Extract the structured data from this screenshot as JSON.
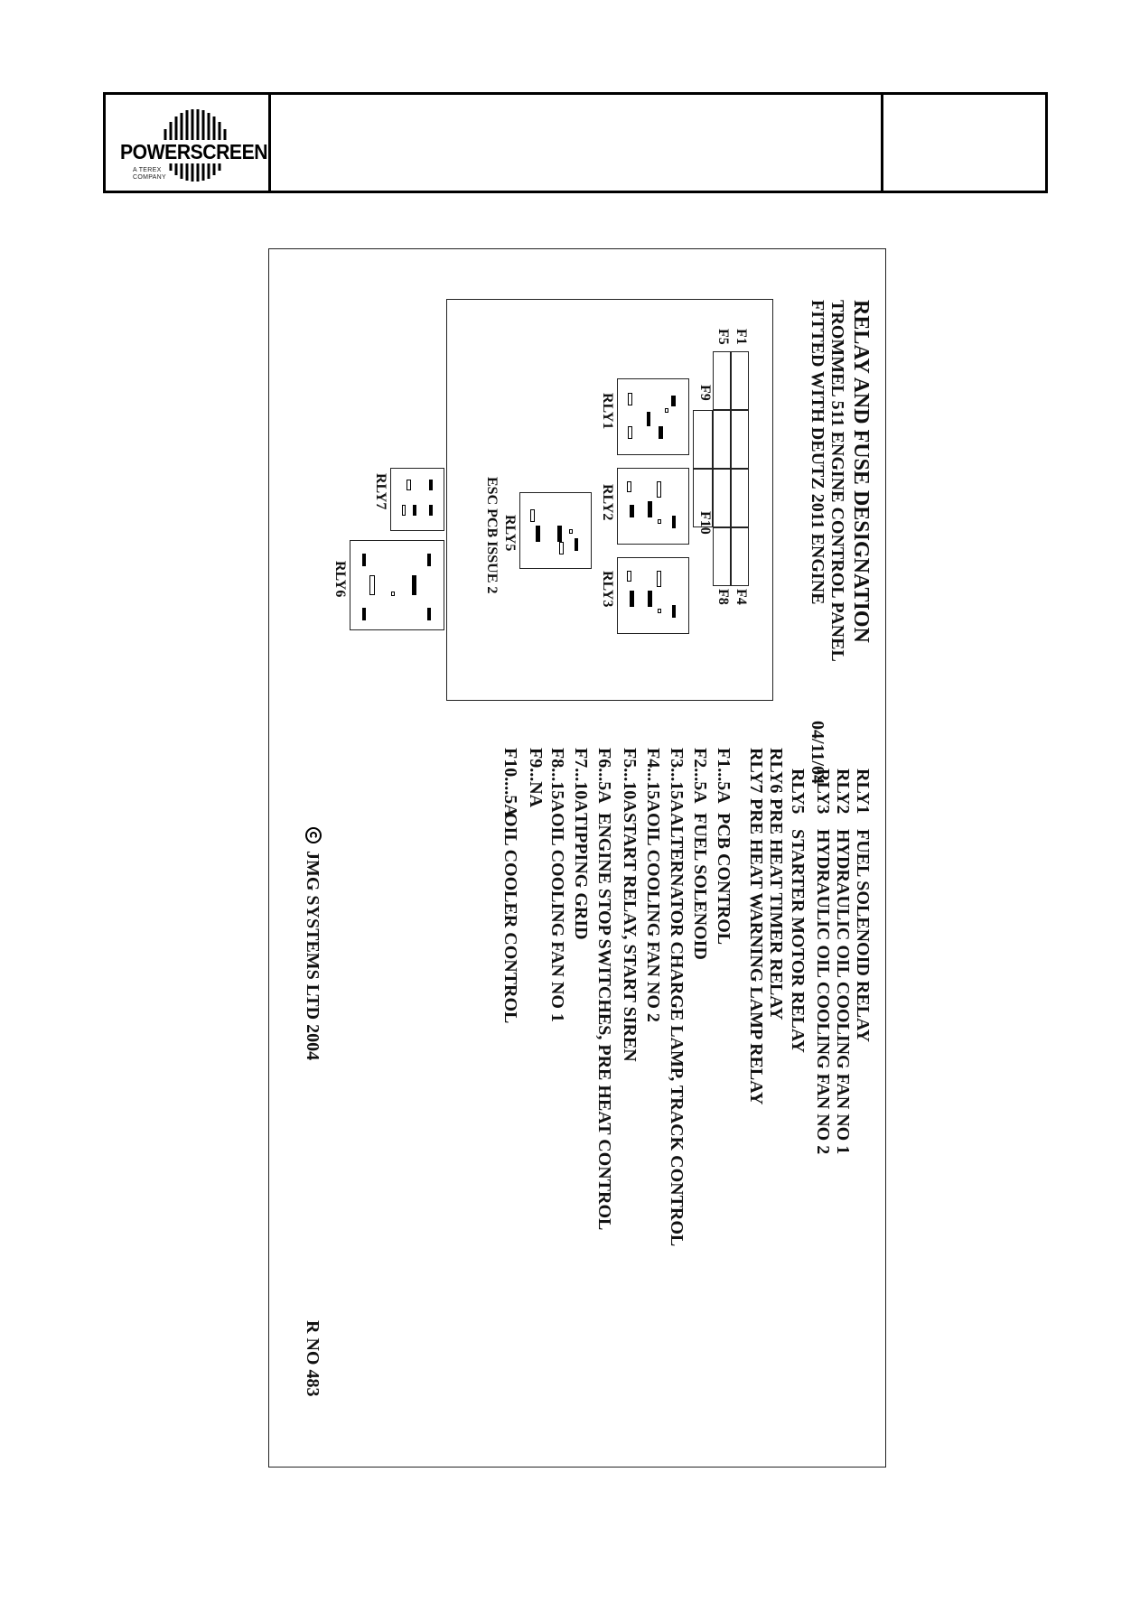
{
  "header": {
    "logo_text": "POWERSCREEN",
    "logo_sub_1": "A TEREX",
    "logo_sub_2": "COMPANY"
  },
  "diagram": {
    "title": "RELAY AND FUSE DESIGNATION",
    "subtitle_1": "TROMMEL 511 ENGINE CONTROL PANEL",
    "subtitle_2": "FITTED WITH DEUTZ 2011 ENGINE",
    "date": "04/11/04",
    "pcb_label": "ESC PCB ISSUE 2",
    "fuse_labels": {
      "f1": "F1",
      "f5": "F5",
      "f9": "F9",
      "f10": "F10",
      "f4": "F4",
      "f8": "F8"
    },
    "relay_labels": {
      "rly1": "RLY1",
      "rly2": "RLY2",
      "rly3": "RLY3",
      "rly5": "RLY5",
      "rly6": "RLY6",
      "rly7": "RLY7"
    },
    "relay_legend": [
      {
        "key": "RLY1",
        "desc": "FUEL SOLENOID RELAY"
      },
      {
        "key": "RLY2",
        "desc": "HYDRAULIC OIL COOLING FAN NO 1"
      },
      {
        "key": "RLY3",
        "desc": "HYDRAULIC OIL COOLING FAN NO 2"
      },
      {
        "key": "RLY5",
        "desc": "STARTER MOTOR RELAY"
      },
      {
        "key": "RLY6",
        "desc": "PRE HEAT TIMER RELAY"
      },
      {
        "key": "RLY7",
        "desc": "PRE HEAT WARNING LAMP RELAY"
      }
    ],
    "fuse_legend": [
      {
        "key": "F1...5A",
        "desc": "PCB CONTROL"
      },
      {
        "key": "F2...5A",
        "desc": "FUEL SOLENOID"
      },
      {
        "key": "F3...15A",
        "desc": "ALTERNATOR CHARGE LAMP, TRACK CONTROL"
      },
      {
        "key": "F4...15A",
        "desc": "OIL COOLING FAN NO 2"
      },
      {
        "key": "F5...10A",
        "desc": "START RELAY, START SIREN"
      },
      {
        "key": "F6...5A",
        "desc": "ENGINE STOP SWITCHES, PRE HEAT CONTROL"
      },
      {
        "key": "F7...10A",
        "desc": "TIPPING GRID"
      },
      {
        "key": "F8...15A",
        "desc": "OIL COOLING FAN NO 1"
      },
      {
        "key": "F9...NA",
        "desc": ""
      },
      {
        "key": "F10....5A",
        "desc": "OIL COOLER CONTROL"
      }
    ],
    "copyright": "JMG SYSTEMS LTD 2004",
    "part_no": "R NO 483"
  }
}
